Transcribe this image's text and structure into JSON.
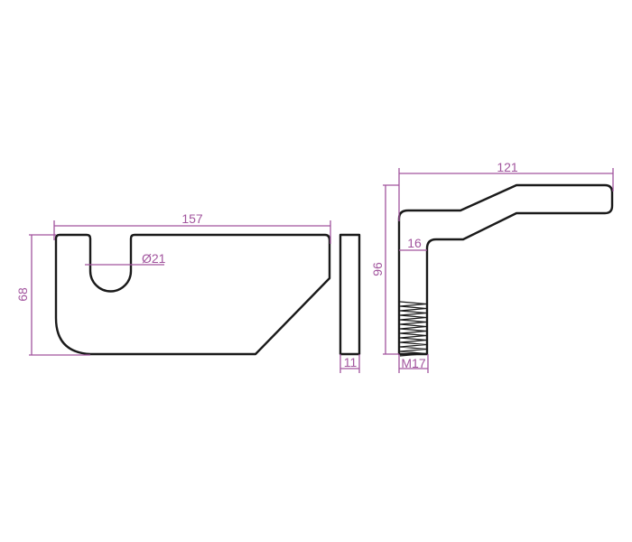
{
  "drawing": {
    "plate_front": {
      "length_label": "157",
      "height_label": "68",
      "slot_label": "Ø21"
    },
    "plate_side": {
      "thickness_label": "11"
    },
    "bolt": {
      "length_label": "121",
      "height_label": "96",
      "shank_label": "16",
      "thread_label": "M17"
    },
    "colors": {
      "outline": "#1a1a1a",
      "dimension": "#a2559e"
    }
  }
}
